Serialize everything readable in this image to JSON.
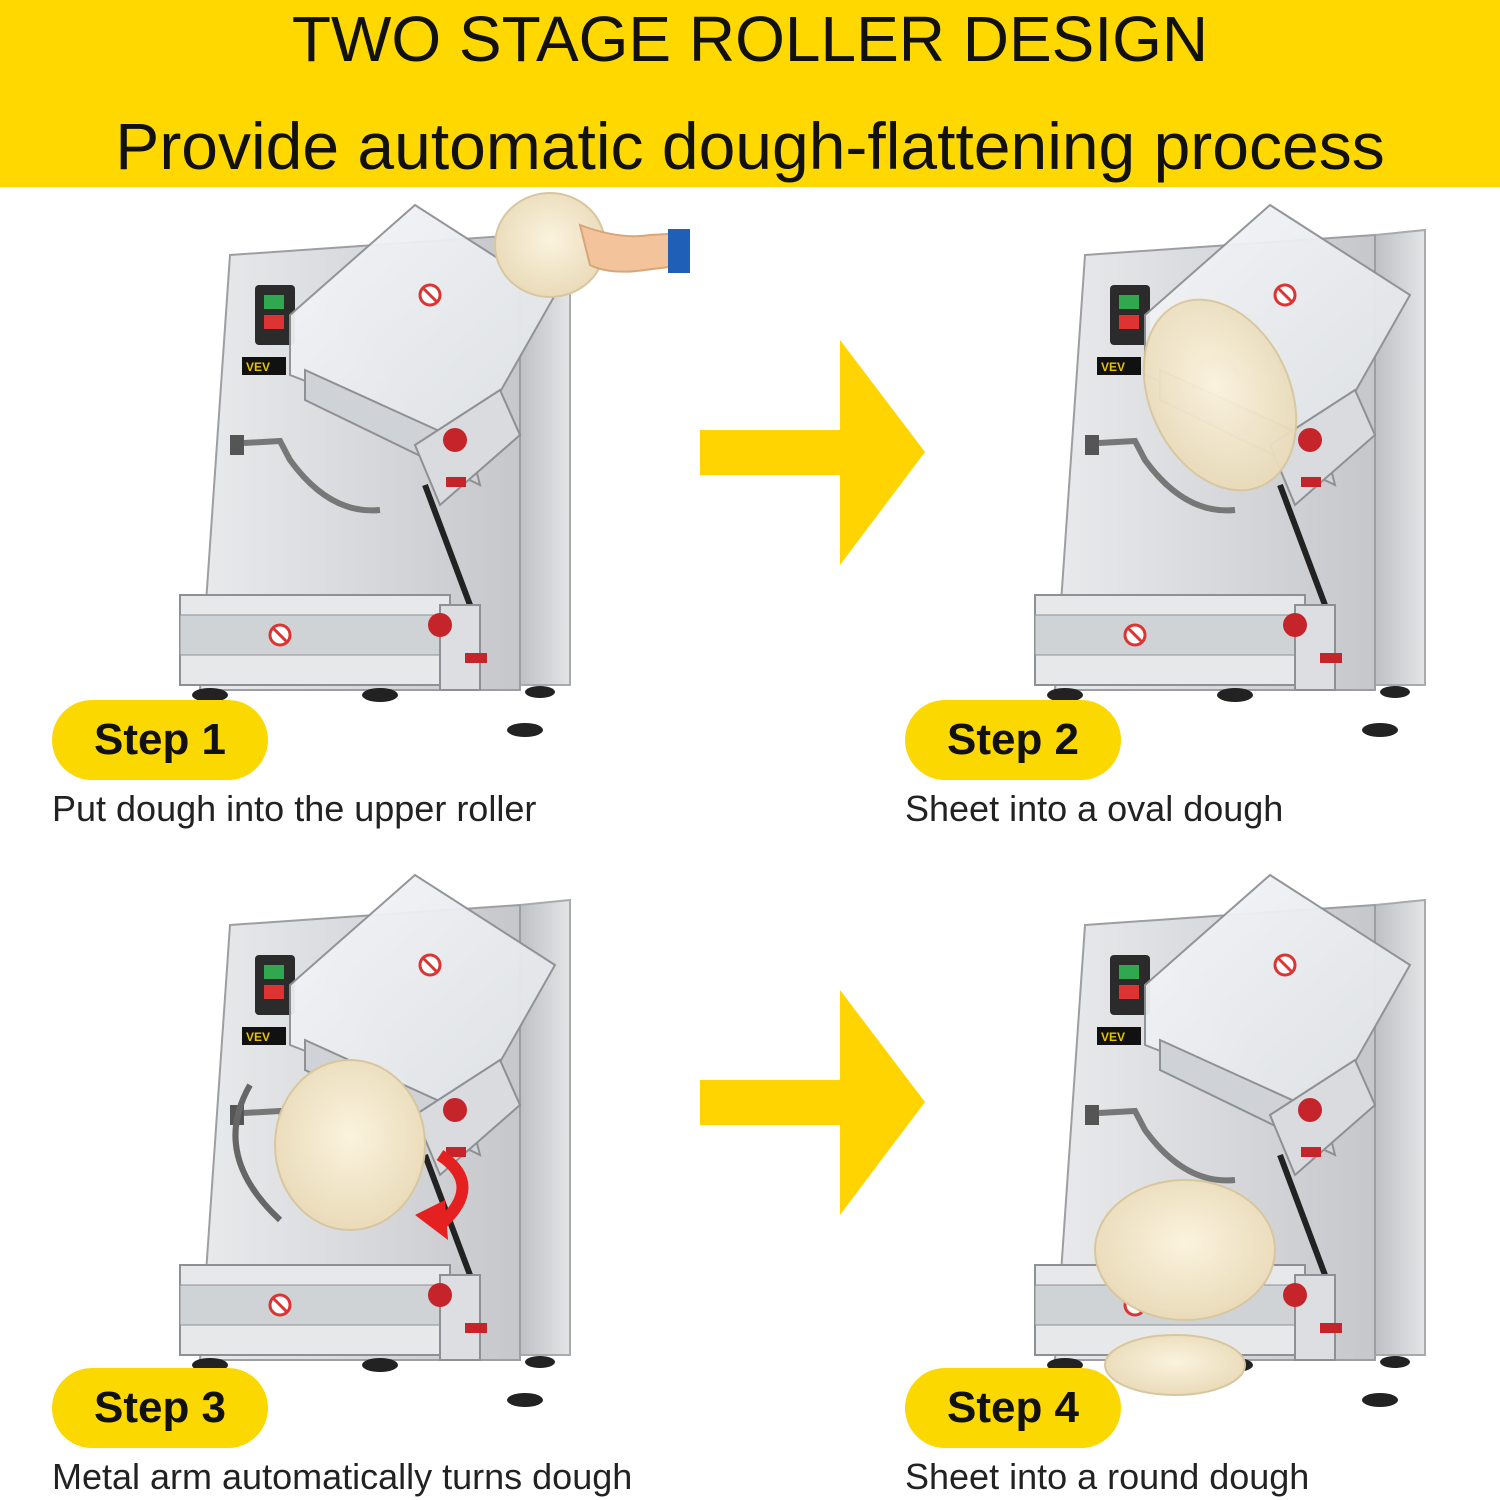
{
  "banner": {
    "title": "TWO STAGE ROLLER DESIGN",
    "subtitle": "Provide automatic dough-flattening process"
  },
  "steps": [
    {
      "label": "Step 1",
      "caption": "Put dough into the upper roller",
      "dough_state": "ball-in-hand"
    },
    {
      "label": "Step 2",
      "caption": "Sheet into a oval dough",
      "dough_state": "oval-in-upper-roller"
    },
    {
      "label": "Step 3",
      "caption": "Metal arm automatically turns dough",
      "dough_state": "oval-turned-by-arm"
    },
    {
      "label": "Step 4",
      "caption": "Sheet into a round dough",
      "dough_state": "round-through-lower-roller"
    }
  ],
  "machine": {
    "brand_plate": "VEV"
  },
  "colors": {
    "banner": "#ffd800",
    "pill": "#fbd800",
    "arrow": "#ffd400",
    "turn_arrow": "#e52020"
  }
}
